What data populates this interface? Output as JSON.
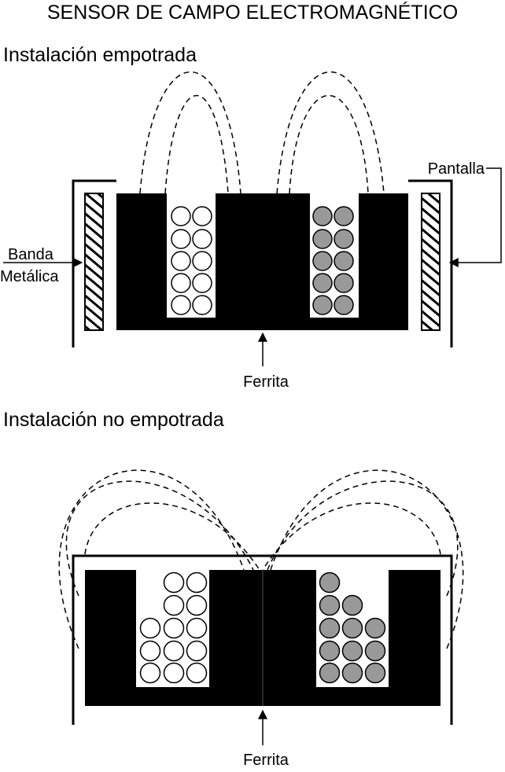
{
  "title": "SENSOR DE CAMPO ELECTROMAGNÉTICO",
  "sections": {
    "flush": {
      "heading": "Instalación empotrada",
      "labels": {
        "band_line1": "Banda",
        "band_line2": "Metálica",
        "shield": "Pantalla",
        "ferrite": "Ferrita"
      }
    },
    "non_flush": {
      "heading": "Instalación no empotrada",
      "labels": {
        "ferrite": "Ferrita"
      }
    }
  },
  "colors": {
    "ferrite_core": "#000000",
    "coil_left": "#ffffff",
    "coil_right": "#999999",
    "field_lines": "#000000"
  }
}
